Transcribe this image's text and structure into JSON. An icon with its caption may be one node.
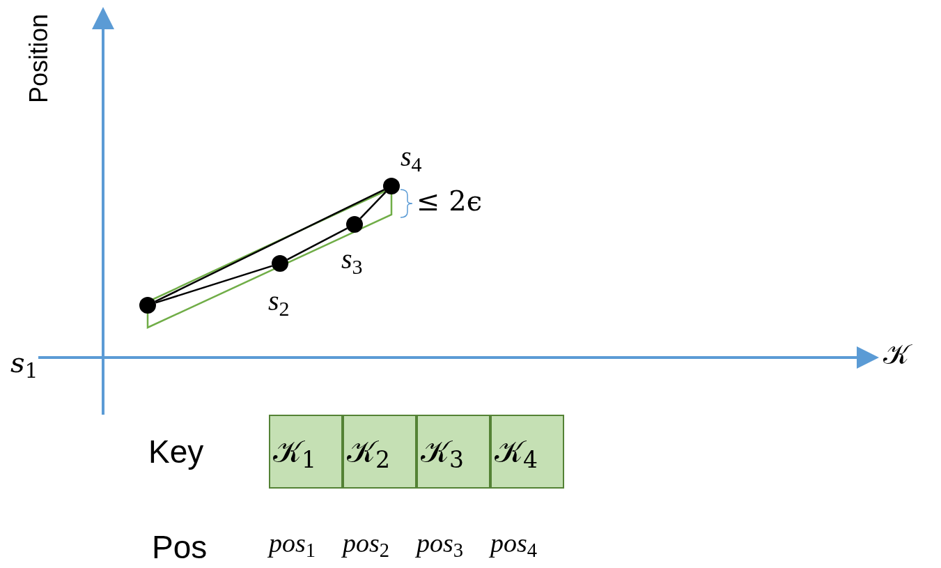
{
  "diagram": {
    "nodes": [
      {
        "text": [],
        "shape": "circle"
      },
      {
        "text": [],
        "shape": "circle",
        "beside": [
          "*s*$_{2}$"
        ]
      },
      {
        "text": [],
        "shape": "circle",
        "beside": [
          "*s*$_{3}$"
        ]
      },
      {
        "text": [],
        "shape": "circle",
        "beside": [
          "*s*$_{4}$"
        ]
      },
      {
        "text": [
          "𝒦$_{1}$"
        ]
      },
      {
        "text": [
          "𝒦$_{2}$"
        ]
      },
      {
        "text": [
          "𝒦$_{3}$"
        ]
      },
      {
        "text": [
          "𝒦$_{4}$"
        ]
      }
    ],
    "edges": [
      {
        "from": 0,
        "to": 1,
        "arrow": "none"
      },
      {
        "from": 1,
        "to": 2,
        "arrow": "none"
      },
      {
        "from": 2,
        "to": 3,
        "arrow": "none"
      },
      {
        "from": 0,
        "to": 3,
        "arrow": "none"
      }
    ],
    "labels": [
      "Position",
      "*s*$_{1}$",
      "𝒦",
      "≤ 2ϵ",
      "Key",
      "Pos",
      "*pos*$_{1}$",
      "*pos*$_{2}$",
      "*pos*$_{3}$",
      "*pos*$_{4}$"
    ]
  }
}
